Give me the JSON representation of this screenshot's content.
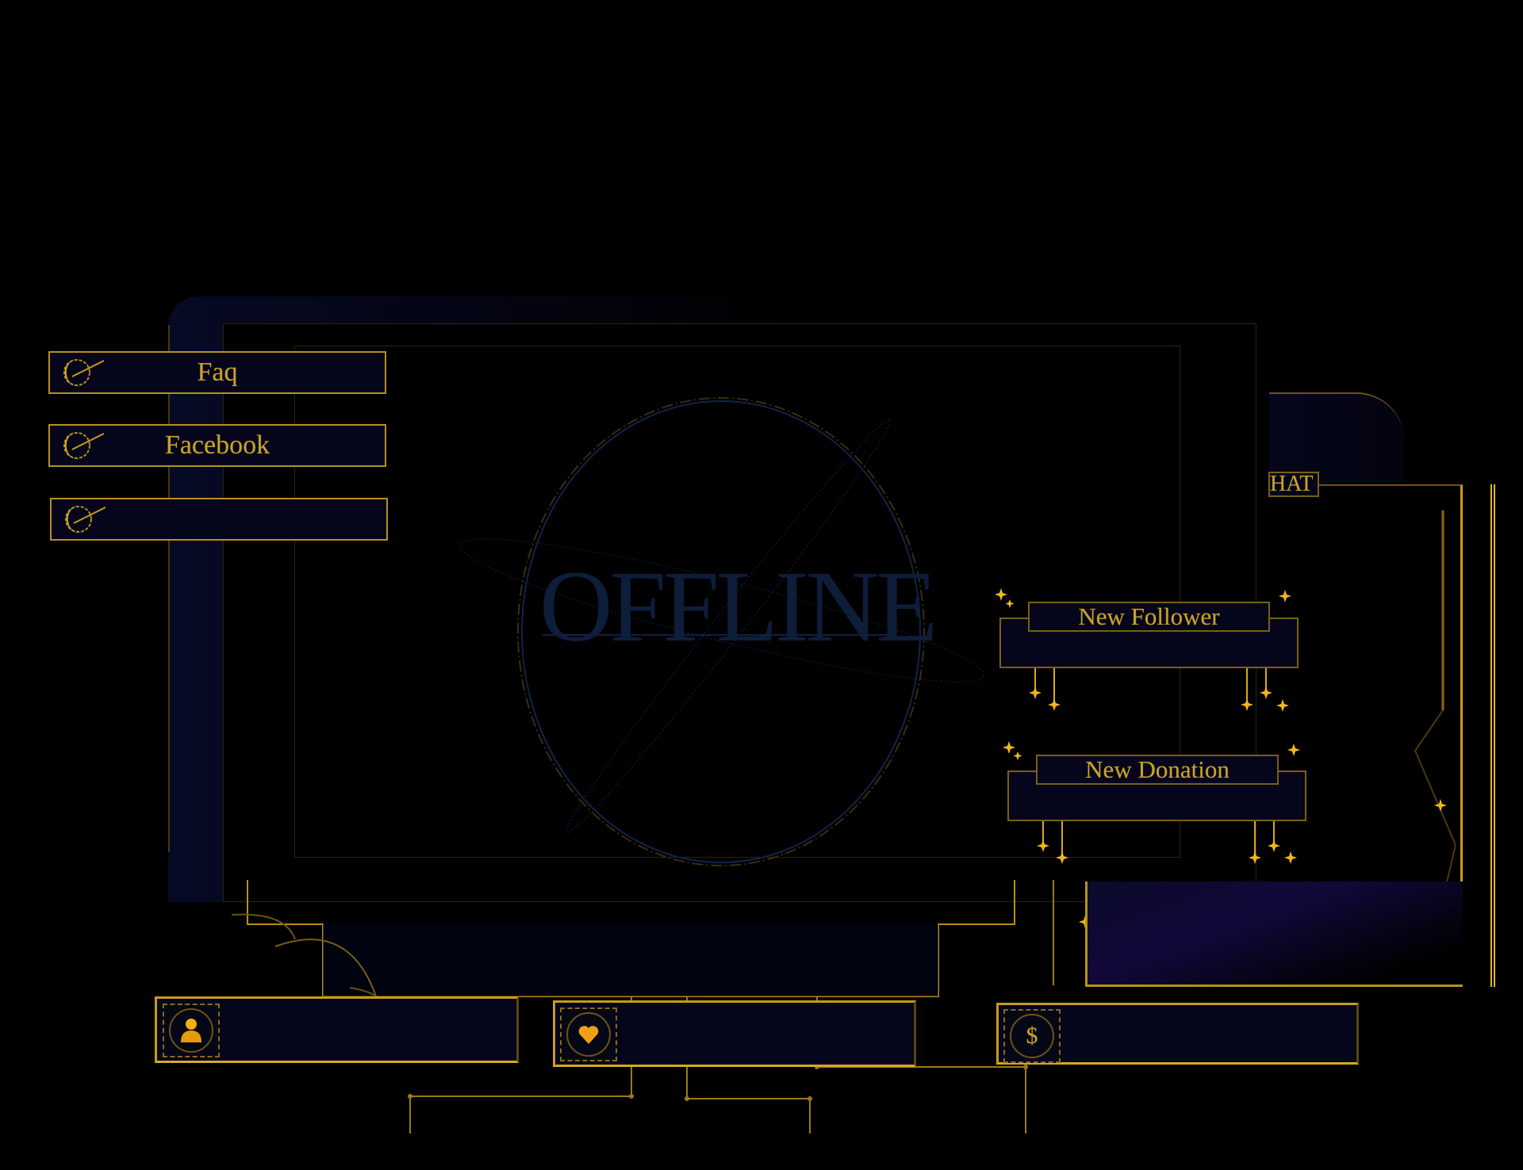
{
  "theme": {
    "accent_gold": "#c9a22b",
    "panel_navy": "#05061c",
    "offline_blue": "#0d1d3a",
    "background": "#000000"
  },
  "screen": {
    "status_text": "OFFLINE"
  },
  "link_buttons": [
    {
      "label": "Faq",
      "icon": "crescent-moon-comet-icon"
    },
    {
      "label": "Facebook",
      "icon": "crescent-moon-comet-icon"
    },
    {
      "label": "",
      "icon": "crescent-moon-comet-icon"
    }
  ],
  "alerts": {
    "follower": {
      "title": "New Follower"
    },
    "donation": {
      "title": "New Donation"
    }
  },
  "chat": {
    "label": "HAT"
  },
  "stat_bars": [
    {
      "icon": "user-icon",
      "value": ""
    },
    {
      "icon": "heart-icon",
      "value": ""
    },
    {
      "icon": "dollar-icon",
      "value": "",
      "icon_glyph": "$"
    }
  ]
}
